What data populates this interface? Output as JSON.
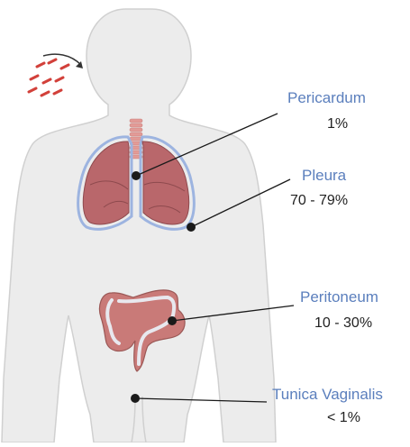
{
  "colors": {
    "body_fill": "#ececec",
    "body_stroke": "#d0d0d0",
    "accent": "#5b7fbd",
    "lung_fill": "#b9676b",
    "lung_dark": "#8e4a4e",
    "pleura_outline": "#9db4e0",
    "trachea": "#e29a96",
    "intestine_fill": "#c97a78",
    "intestine_inner": "#e8e8ee",
    "particle": "#d2403a",
    "leader": "#1a1a1a"
  },
  "icons": [
    "inhaled-particle-icon",
    "inhalation-arrow-icon"
  ],
  "sites": [
    {
      "name": "Pericardum",
      "value": "1%"
    },
    {
      "name": "Pleura",
      "value": "70 - 79%"
    },
    {
      "name": "Peritoneum",
      "value": "10 - 30%"
    },
    {
      "name": "Tunica Vaginalis",
      "value": "< 1%"
    }
  ]
}
